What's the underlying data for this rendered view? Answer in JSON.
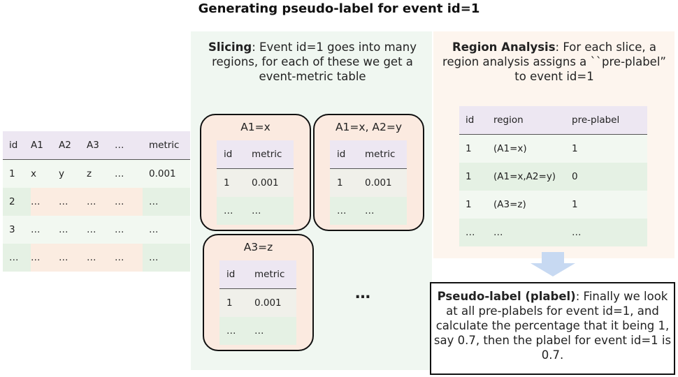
{
  "title": "Generating pseudo-label for event id=1",
  "left_table": {
    "headers": [
      "id",
      "A1",
      "A2",
      "A3",
      "…",
      "metric"
    ],
    "rows": [
      [
        "1",
        "x",
        "y",
        "z",
        "…",
        "0.001"
      ],
      [
        "2",
        "…",
        "…",
        "…",
        "…",
        "…"
      ],
      [
        "3",
        "…",
        "…",
        "…",
        "…",
        "…"
      ],
      [
        "…",
        "…",
        "…",
        "…",
        "…",
        "…"
      ]
    ]
  },
  "slicing": {
    "heading": "Slicing",
    "text": ": Event id=1 goes into  many regions, for each of these we get a event-metric table",
    "slices": [
      {
        "title": "A1=x",
        "headers": [
          "id",
          "metric"
        ],
        "rows": [
          [
            "1",
            "0.001"
          ],
          [
            "…",
            "…"
          ]
        ]
      },
      {
        "title": "A1=x, A2=y",
        "headers": [
          "id",
          "metric"
        ],
        "rows": [
          [
            "1",
            "0.001"
          ],
          [
            "…",
            "…"
          ]
        ]
      },
      {
        "title": "A3=z",
        "headers": [
          "id",
          "metric"
        ],
        "rows": [
          [
            "1",
            "0.001"
          ],
          [
            "…",
            "…"
          ]
        ]
      }
    ],
    "more": "…"
  },
  "region_analysis": {
    "heading": "Region Analysis",
    "text": ": For each slice, a region analysis assigns a ``pre-plabel” to event id=1",
    "headers": [
      "id",
      "region",
      "pre-plabel"
    ],
    "rows": [
      [
        "1",
        "(A1=x)",
        "1"
      ],
      [
        "1",
        "(A1=x,A2=y)",
        "0"
      ],
      [
        "1",
        "(A3=z)",
        "1"
      ],
      [
        "…",
        "…",
        "…"
      ]
    ]
  },
  "pseudo_label": {
    "heading": "Pseudo-label (plabel)",
    "text": ": Finally we look at all pre-plabels for event id=1, and calculate the percentage that it being 1, say 0.7, then the plabel for event id=1 is 0.7."
  },
  "colors": {
    "mid_panel": "#f0f7f1",
    "right_panel": "#fdf5ee",
    "slice_fill": "#fbeae0",
    "header_fill": "#ede7f2",
    "arrow": "#c7d9f2"
  }
}
